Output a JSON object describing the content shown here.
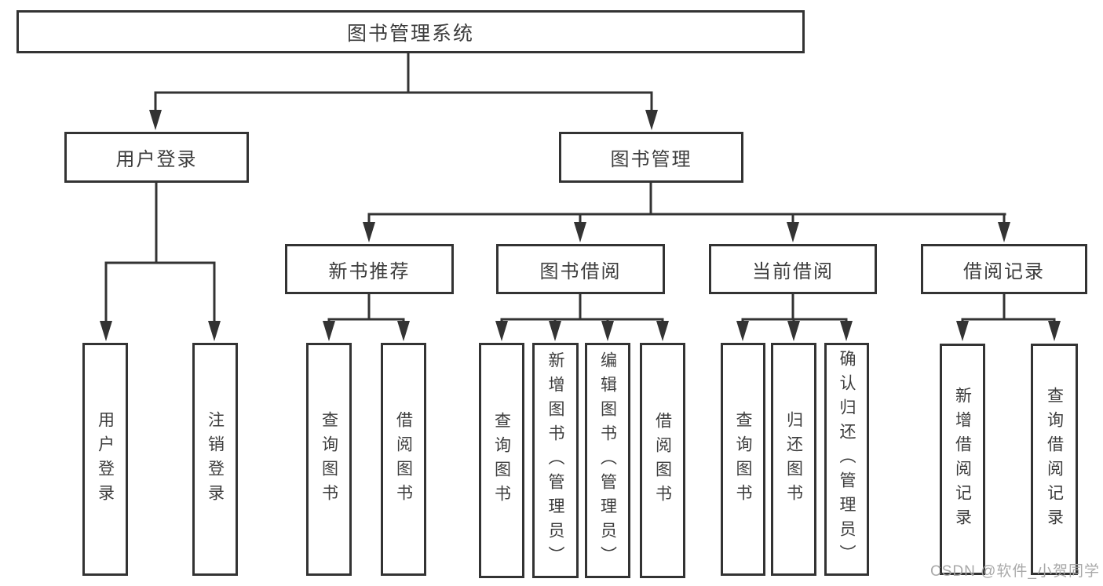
{
  "tree": {
    "label": "图书管理系统",
    "children": [
      {
        "label": "用户登录",
        "children": [
          {
            "label": "用户登录"
          },
          {
            "label": "注销登录"
          }
        ]
      },
      {
        "label": "图书管理",
        "children": [
          {
            "label": "新书推荐",
            "children": [
              {
                "label": "查询图书"
              },
              {
                "label": "借阅图书"
              }
            ]
          },
          {
            "label": "图书借阅",
            "children": [
              {
                "label": "查询图书"
              },
              {
                "label": "新增图书（管理员）"
              },
              {
                "label": "编辑图书（管理员）"
              },
              {
                "label": "借阅图书"
              }
            ]
          },
          {
            "label": "当前借阅",
            "children": [
              {
                "label": "查询图书"
              },
              {
                "label": "归还图书"
              },
              {
                "label": "确认归还（管理员）"
              }
            ]
          },
          {
            "label": "借阅记录",
            "children": [
              {
                "label": "新增借阅记录"
              },
              {
                "label": "查询借阅记录"
              }
            ]
          }
        ]
      }
    ]
  },
  "watermark": {
    "text": "CSDN @软件_小贺同学"
  },
  "colors": {
    "line": "#333333",
    "text": "#3d3d3d",
    "watermark": "#a4a4a4",
    "background": "#ffffff"
  }
}
